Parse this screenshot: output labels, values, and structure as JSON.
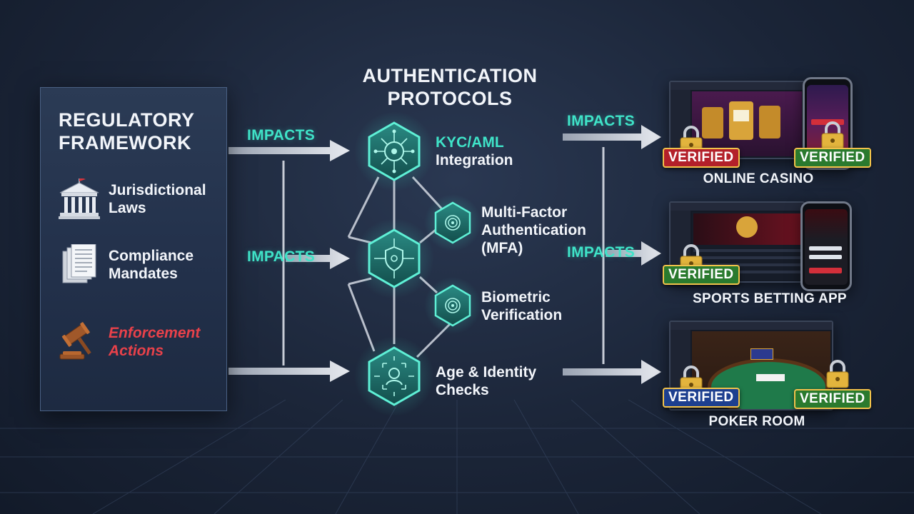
{
  "regulatory": {
    "title": "REGULATORY FRAMEWORK",
    "items": [
      {
        "label": "Jurisdictional Laws",
        "icon": "courthouse-icon"
      },
      {
        "label": "Compliance Mandates",
        "icon": "documents-icon"
      },
      {
        "label": "Enforcement Actions",
        "icon": "gavel-icon",
        "color": "#e8414a"
      }
    ]
  },
  "authentication": {
    "title": "AUTHENTICATION PROTOCOLS",
    "protocols": [
      {
        "line1": "KYC/AML",
        "line2": "Integration",
        "icon": "circuit-chip-icon"
      },
      {
        "line1": "Multi-Factor",
        "line2": "Authentication",
        "line3": "(MFA)",
        "icon": "fingerprint-icon"
      },
      {
        "line1": "Biometric",
        "line2": "Verification",
        "icon": "fingerprint-icon"
      },
      {
        "line1": "Age & Identity",
        "line2": "Checks",
        "icon": "face-id-icon"
      }
    ],
    "hub_icon": "shield-icon"
  },
  "impacts_label": "IMPACTS",
  "platforms": [
    {
      "label": "ONLINE CASINO",
      "badges": [
        "VERIFIED",
        "VERIFIED"
      ]
    },
    {
      "label": "SPORTS BETTING APP",
      "badges": [
        "VERIFIED"
      ]
    },
    {
      "label": "POKER ROOM",
      "badges": [
        "VERIFIED",
        "VERIFIED"
      ]
    }
  ],
  "colors": {
    "accent": "#3fe3c8",
    "hex_fill": "#1d6f6a",
    "enforcement": "#e8414a",
    "badge_red": "#b3202a",
    "badge_green": "#2a7a2e",
    "badge_blue": "#1d3f8f"
  }
}
